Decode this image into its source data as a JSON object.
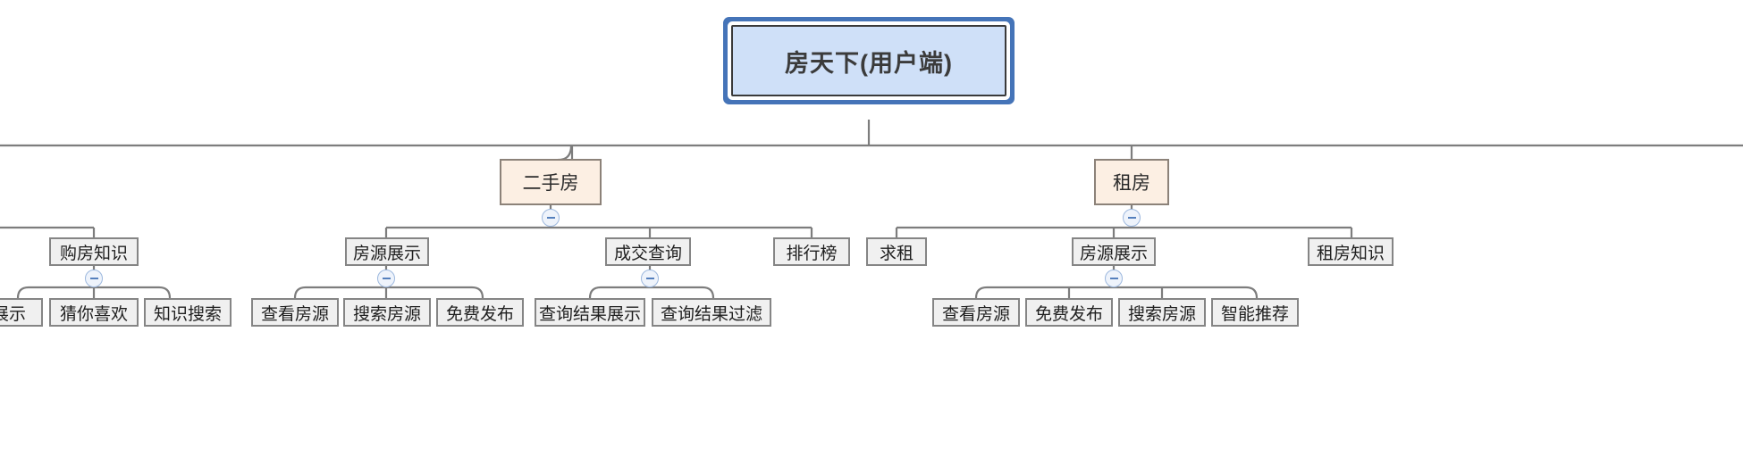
{
  "diagram": {
    "title": "房天下(用户端)",
    "type": "tree-mindmap",
    "colors": {
      "root_fill": "#cfe0f8",
      "root_outer_border": "#4574b8",
      "root_inner_border": "#3a3a3a",
      "level2_fill": "#fcefe3",
      "level2_border": "#8c8279",
      "leaf_fill": "#f0f0f0",
      "leaf_border": "#858585",
      "edge": "#7d7d7d",
      "collapse_ring": "#9db8de",
      "collapse_glyph": "#5580bd",
      "canvas": "#ffffff"
    }
  },
  "nodes": {
    "root": {
      "label": "房天下(用户端)",
      "level": 1,
      "collapsible": true
    },
    "l2": [
      {
        "id": "ershoufang",
        "label": "二手房",
        "level": 2,
        "collapsible": true
      },
      {
        "id": "zufang",
        "label": "租房",
        "level": 2,
        "collapsible": true
      }
    ],
    "l3": [
      {
        "id": "gouhhang-zhishi",
        "label": "购房知识",
        "level": 3,
        "collapsible": true,
        "parent": "ershoufang-offscreen"
      },
      {
        "id": "fangyuan-zhanshi-1",
        "label": "房源展示",
        "level": 3,
        "collapsible": true,
        "parent": "ershoufang"
      },
      {
        "id": "chengjiao-chaxun",
        "label": "成交查询",
        "level": 3,
        "collapsible": true,
        "parent": "ershoufang"
      },
      {
        "id": "paihangbang",
        "label": "排行榜",
        "level": 3,
        "collapsible": false,
        "parent": "ershoufang"
      },
      {
        "id": "qiuzu",
        "label": "求租",
        "level": 3,
        "collapsible": false,
        "parent": "zufang"
      },
      {
        "id": "fangyuan-zhanshi-2",
        "label": "房源展示",
        "level": 3,
        "collapsible": true,
        "parent": "zufang"
      },
      {
        "id": "zufang-zhishi",
        "label": "租房知识",
        "level": 3,
        "collapsible": false,
        "parent": "zufang"
      }
    ],
    "l4": [
      {
        "id": "zhanshi-clipped",
        "label": "展示",
        "level": 4,
        "clipped": true,
        "parent": "gouhhang-zhishi"
      },
      {
        "id": "cainixihuan",
        "label": "猜你喜欢",
        "level": 4,
        "parent": "gouhhang-zhishi"
      },
      {
        "id": "zhishi-sousuo",
        "label": "知识搜索",
        "level": 4,
        "parent": "gouhhang-zhishi"
      },
      {
        "id": "chakan-fangyuan-1",
        "label": "查看房源",
        "level": 4,
        "parent": "fangyuan-zhanshi-1"
      },
      {
        "id": "sousuo-fangyuan-1",
        "label": "搜索房源",
        "level": 4,
        "parent": "fangyuan-zhanshi-1"
      },
      {
        "id": "mianfei-fabu-1",
        "label": "免费发布",
        "level": 4,
        "parent": "fangyuan-zhanshi-1"
      },
      {
        "id": "chaxun-jieguo-zhanshi",
        "label": "查询结果展示",
        "level": 4,
        "parent": "chengjiao-chaxun"
      },
      {
        "id": "chaxun-jieguo-guolv",
        "label": "查询结果过滤",
        "level": 4,
        "parent": "chengjiao-chaxun"
      },
      {
        "id": "chakan-fangyuan-2",
        "label": "查看房源",
        "level": 4,
        "parent": "fangyuan-zhanshi-2"
      },
      {
        "id": "mianfei-fabu-2",
        "label": "免费发布",
        "level": 4,
        "parent": "fangyuan-zhanshi-2"
      },
      {
        "id": "sousuo-fangyuan-2",
        "label": "搜索房源",
        "level": 4,
        "parent": "fangyuan-zhanshi-2"
      },
      {
        "id": "zhineng-tuijian",
        "label": "智能推荐",
        "level": 4,
        "parent": "fangyuan-zhanshi-2"
      }
    ]
  },
  "collapse_icon": {
    "name": "collapse-minus-icon",
    "glyph": "−"
  }
}
